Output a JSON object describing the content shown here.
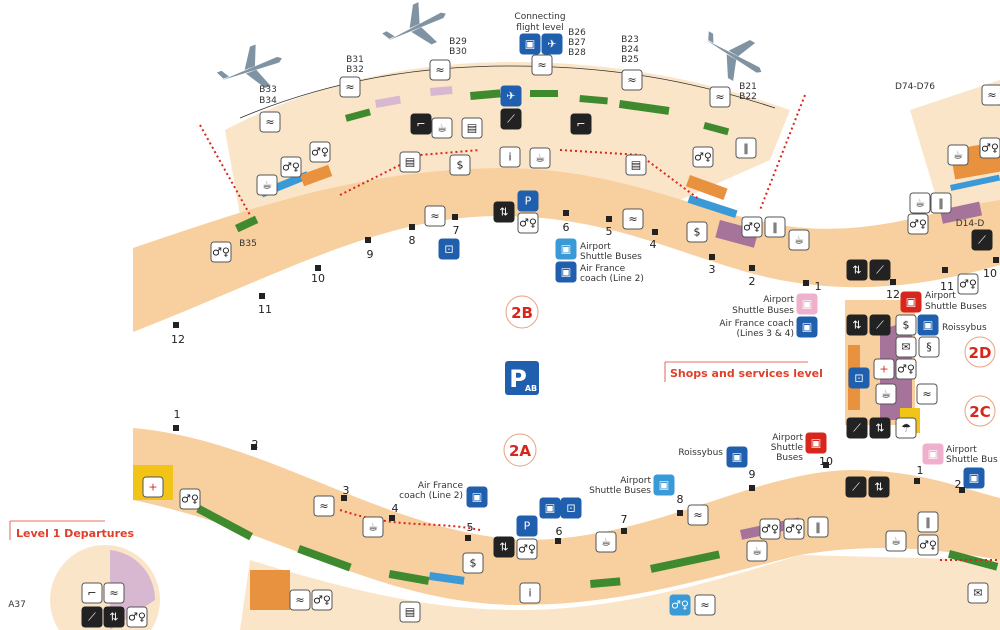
{
  "map": {
    "terminals": {
      "t2b": "2B",
      "t2a": "2A",
      "t2d": "2D",
      "t2c": "2C"
    },
    "parking": {
      "letter": "P",
      "sub": "AB"
    },
    "levels": {
      "shops": "Shops and services level",
      "departures": "Level 1 Departures"
    },
    "connecting": {
      "line1": "Connecting",
      "line2": "flight level"
    },
    "gates": {
      "b33": "B33",
      "b34": "B34",
      "b31": "B31",
      "b32": "B32",
      "b29": "B29",
      "b30": "B30",
      "b26": "B26",
      "b27": "B27",
      "b28": "B28",
      "b23": "B23",
      "b24": "B24",
      "b25": "B25",
      "b21": "B21",
      "b22": "B22",
      "b35": "B35",
      "d74": "D74-D76",
      "d14": "D14-D",
      "a37": "A37"
    },
    "doors_2b": [
      "12",
      "11",
      "10",
      "9",
      "8",
      "7",
      "6",
      "5",
      "4",
      "3",
      "2",
      "1"
    ],
    "doors_2d": [
      "12",
      "11",
      "10"
    ],
    "doors_2a": [
      "1",
      "2",
      "3",
      "4",
      "5",
      "6",
      "7",
      "8",
      "9",
      "10"
    ],
    "doors_2c": [
      "1",
      "2"
    ],
    "transport": {
      "shuttle_2b_1": "Airport",
      "shuttle_2b_2": "Shuttle Buses",
      "af_2b_1": "Air France",
      "af_2b_2": "coach (Line 2)",
      "shuttle_mid_1": "Airport",
      "shuttle_mid_2": "Shuttle Buses",
      "af_mid_1": "Air France coach",
      "af_mid_2": "(Lines 3 & 4)",
      "shuttle_2d_1": "Airport",
      "shuttle_2d_2": "Shuttle Buses",
      "roissy_2d": "Roissybus",
      "shuttle_2c_1": "Airport",
      "shuttle_2c_2": "Shuttle",
      "shuttle_2c_3": "Buses",
      "shuttle_2c_right_1": "Airport",
      "shuttle_2c_right_2": "Shuttle Bus",
      "roissy_2a": "Roissybus",
      "shuttle_2a_1": "Airport",
      "shuttle_2a_2": "Shuttle Buses",
      "af_2a_1": "Air France",
      "af_2a_2": "coach (Line 2)"
    },
    "colors": {
      "red": "#d8261c",
      "blue": "#1f5fae",
      "tan": "#f8cf9e",
      "light": "#fbe5c8",
      "green": "#3f8a2e",
      "purple": "#a6739a",
      "orange": "#e8923f"
    }
  }
}
